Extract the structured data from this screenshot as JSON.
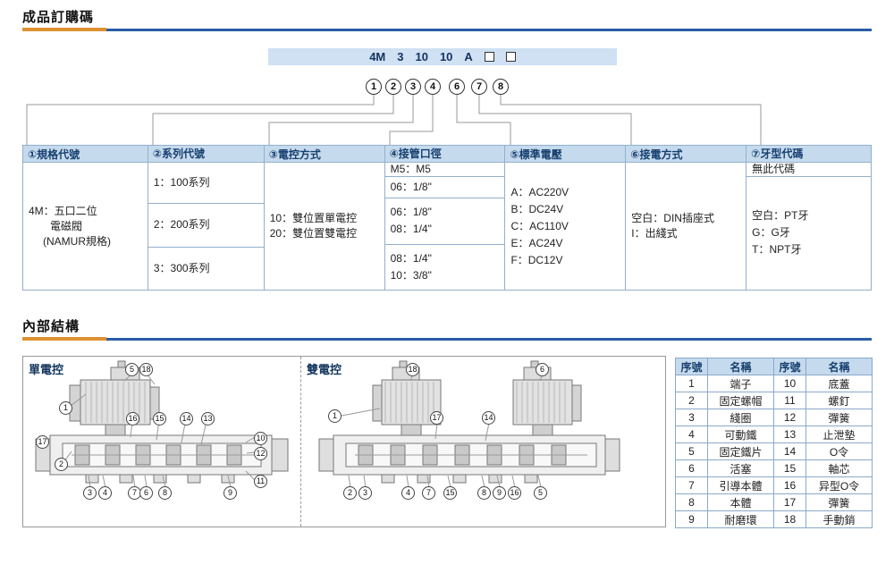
{
  "sections": {
    "ordering": {
      "title": "成品訂購碼"
    },
    "structure": {
      "title": "內部結構"
    }
  },
  "ordering": {
    "code_parts": [
      "4M",
      "3",
      "10",
      "10",
      "A"
    ],
    "blank_box_count": 2,
    "positions": [
      "1",
      "2",
      "3",
      "4",
      "6",
      "7",
      "8"
    ]
  },
  "code_table": {
    "headers": [
      "①規格代號",
      "②系列代號",
      "③電控方式",
      "④接管口徑",
      "⑤標準電壓",
      "⑥接電方式",
      "⑦牙型代碼"
    ],
    "spec": {
      "line1": "4M：五口二位",
      "line2": "電磁閥",
      "line3": "(NAMUR規格)"
    },
    "series": [
      "1：100系列",
      "2：200系列",
      "3：300系列"
    ],
    "control": [
      "10：雙位置單電控",
      "20：雙位置雙電控"
    ],
    "port_rows": {
      "r1": "M5：M5",
      "r2": "06：1/8\"",
      "r3a": "06：1/8\"",
      "r3b": "08：1/4\"",
      "r4a": "08：1/4\"",
      "r4b": "10：3/8\""
    },
    "voltage": [
      "A：AC220V",
      "B：DC24V",
      "C：AC110V",
      "E：AC24V",
      "F：DC12V"
    ],
    "connection": [
      "空白：DIN插座式",
      "I：出綫式"
    ],
    "thread": {
      "r1": "無此代碼",
      "r2a": "空白：PT牙",
      "r2b": "G：G牙",
      "r2c": "T：NPT牙"
    }
  },
  "structure": {
    "diagram1_label": "單電控",
    "diagram2_label": "雙電控",
    "diagram1_callouts": [
      "5",
      "18",
      "1",
      "16",
      "15",
      "14",
      "13",
      "17",
      "2",
      "10",
      "12",
      "11",
      "3",
      "4",
      "7",
      "6",
      "8",
      "9"
    ],
    "diagram2_callouts": [
      "18",
      "6",
      "1",
      "17",
      "14",
      "2",
      "3",
      "4",
      "7",
      "15",
      "8",
      "9",
      "16",
      "5"
    ],
    "parts_table": {
      "headers": [
        "序號",
        "名稱",
        "序號",
        "名稱"
      ],
      "rows": [
        [
          "1",
          "端子",
          "10",
          "底蓋"
        ],
        [
          "2",
          "固定螺帽",
          "11",
          "螺釘"
        ],
        [
          "3",
          "綫圈",
          "12",
          "彈簧"
        ],
        [
          "4",
          "可動鐵",
          "13",
          "止泄墊"
        ],
        [
          "5",
          "固定鐵片",
          "14",
          "O令"
        ],
        [
          "6",
          "活塞",
          "15",
          "軸芯"
        ],
        [
          "7",
          "引導本體",
          "16",
          "异型O令"
        ],
        [
          "8",
          "本體",
          "17",
          "彈簧"
        ],
        [
          "9",
          "耐磨環",
          "18",
          "手動銷"
        ]
      ]
    }
  },
  "colors": {
    "accent_blue": "#2b5ca6",
    "accent_orange": "#dd9232",
    "table_header_bg": "#c6daee",
    "table_border": "#93afcd",
    "code_bar_bg": "#cfe1f3",
    "header_text_navy": "#17406f"
  }
}
